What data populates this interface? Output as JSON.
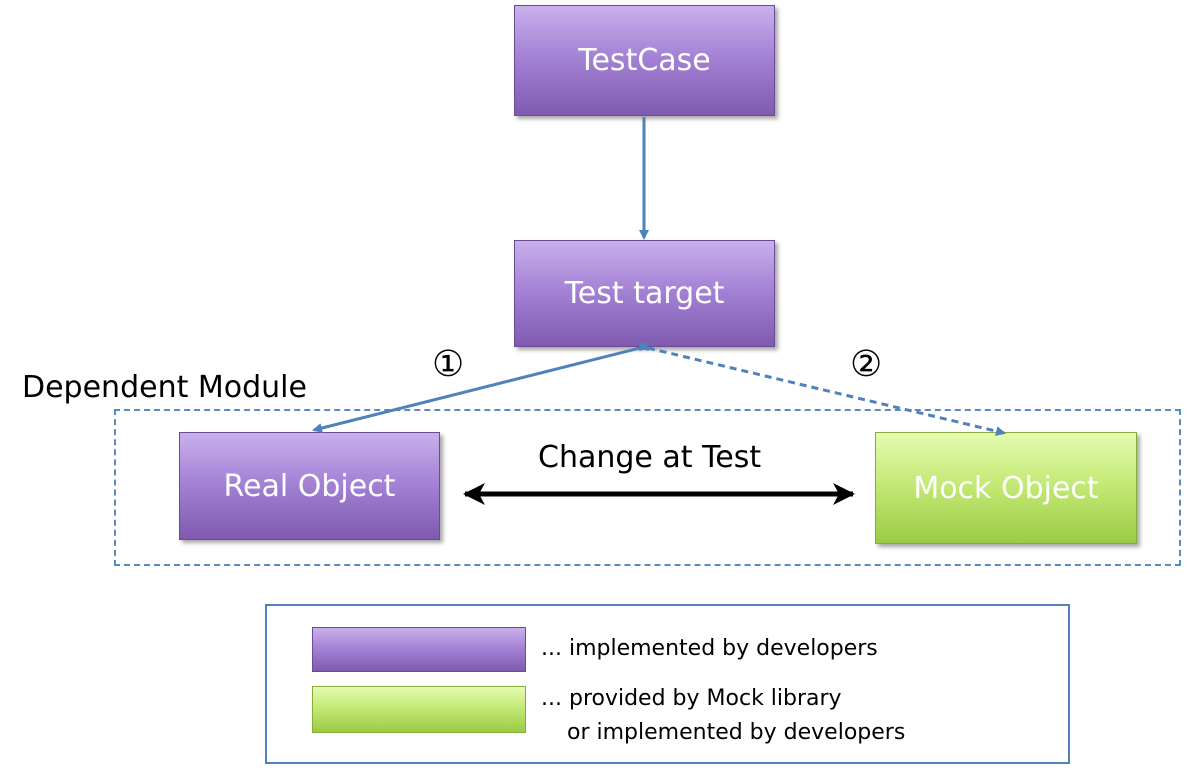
{
  "nodes": {
    "testcase": "TestCase",
    "target": "Test target",
    "real": "Real Object",
    "mock": "Mock Object"
  },
  "labels": {
    "module": "Dependent Module",
    "change": "Change at Test",
    "marker1": "①",
    "marker2": "②"
  },
  "legend": {
    "developers": "... implemented by developers",
    "library_line1": "... provided by Mock library",
    "library_line2": "or implemented by developers"
  },
  "colors": {
    "developer_box": "#a583d6",
    "mock_box": "#c4ea77",
    "arrow": "#4f81bd",
    "change_arrow": "#000000"
  }
}
